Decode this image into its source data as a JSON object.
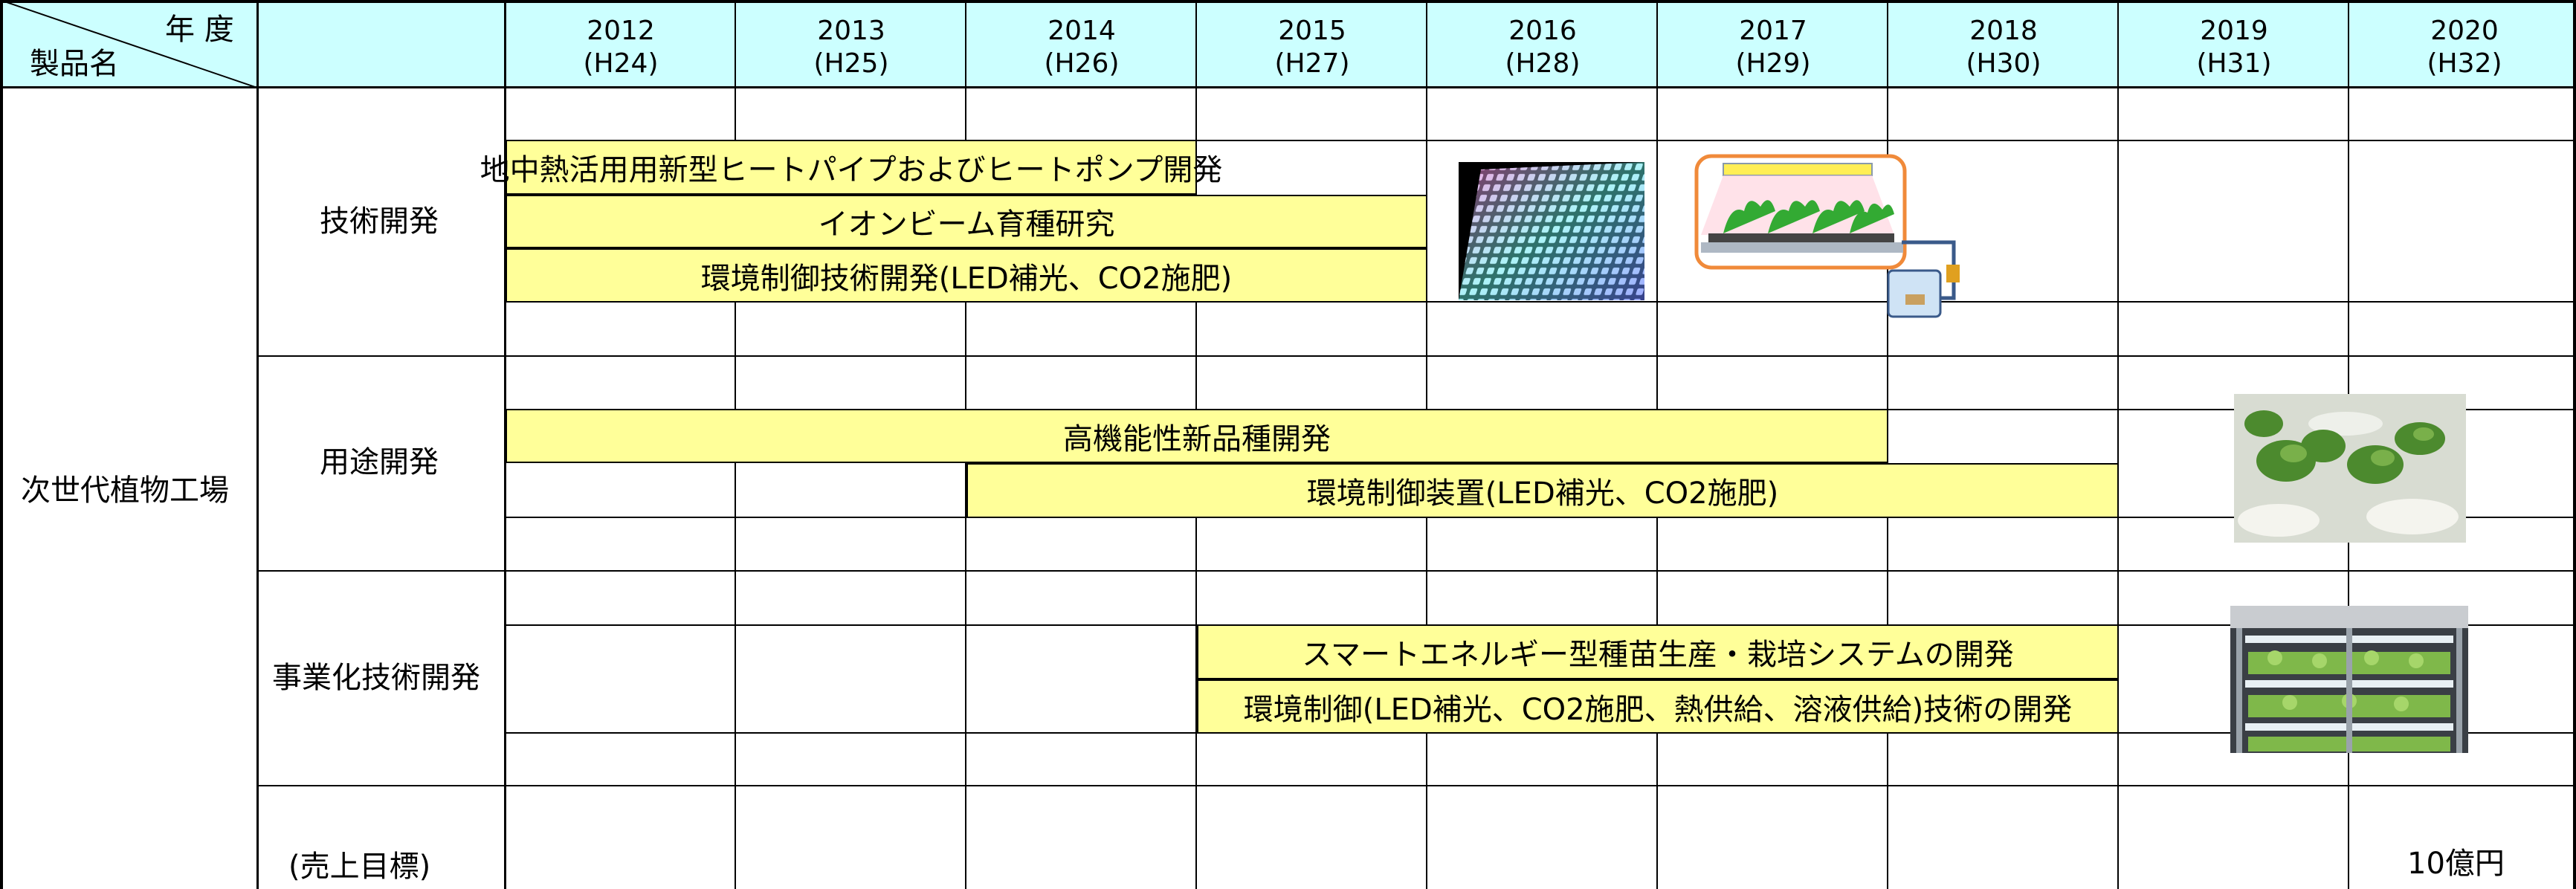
{
  "header": {
    "corner_year": "年 度",
    "corner_product": "製品名",
    "years": [
      {
        "year": "2012",
        "era": "(H24)"
      },
      {
        "year": "2013",
        "era": "(H25)"
      },
      {
        "year": "2014",
        "era": "(H26)"
      },
      {
        "year": "2015",
        "era": "(H27)"
      },
      {
        "year": "2016",
        "era": "(H28)"
      },
      {
        "year": "2017",
        "era": "(H29)"
      },
      {
        "year": "2018",
        "era": "(H30)"
      },
      {
        "year": "2019",
        "era": "(H31)"
      },
      {
        "year": "2020",
        "era": "(H32)"
      }
    ]
  },
  "product": "次世代植物工場",
  "sections": [
    {
      "label": "技術開発",
      "bars": [
        "地中熱活用用新型ヒートパイプおよびヒートポンプ開発",
        "イオンビーム育種研究",
        "環境制御技術開発(LED補光、CO2施肥)"
      ]
    },
    {
      "label": "用途開発",
      "bars": [
        "高機能性新品種開発",
        "環境制御装置(LED補光、CO2施肥)"
      ]
    },
    {
      "label": "事業化技術開発",
      "bars": [
        "スマートエネルギー型種苗生産・栽培システムの開発",
        "環境制御(LED補光、CO2施肥、熱供給、溶液供給)技術の開発"
      ]
    },
    {
      "label": "(売上目標)",
      "target": "10億円"
    }
  ]
}
